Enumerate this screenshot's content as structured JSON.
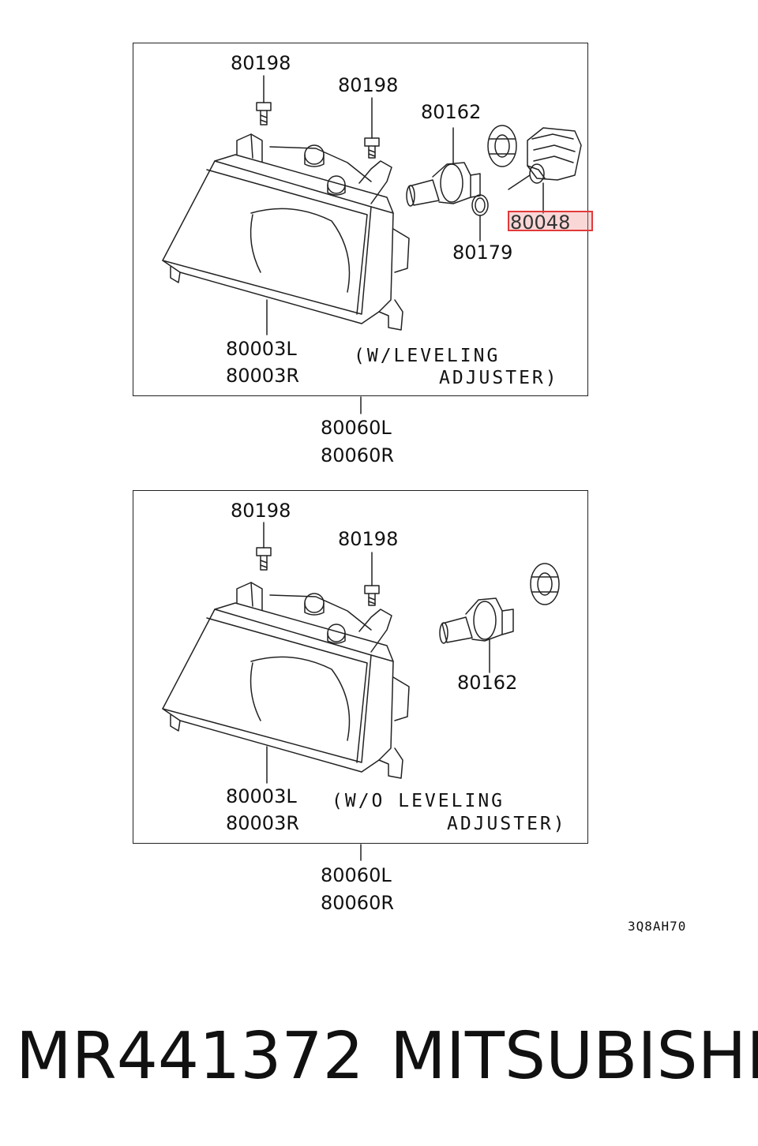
{
  "top_panel": {
    "screw_left_label": "80198",
    "screw_right_label": "80198",
    "bulb_label": "80162",
    "ring_label": "80179",
    "socket_label": "80048",
    "headlamp_label_l": "80003L",
    "headlamp_label_r": "80003R",
    "note_line1": "(W/LEVELING",
    "note_line2": "ADJUSTER)",
    "assembly_label_l": "80060L",
    "assembly_label_r": "80060R"
  },
  "bottom_panel": {
    "screw_left_label": "80198",
    "screw_right_label": "80198",
    "bulb_label": "80162",
    "headlamp_label_l": "80003L",
    "headlamp_label_r": "80003R",
    "note_line1": "(W/O LEVELING",
    "note_line2": "ADJUSTER)",
    "assembly_label_l": "80060L",
    "assembly_label_r": "80060R"
  },
  "diagram_code": "3Q8AH70",
  "footer": {
    "part_number": "MR441372",
    "brand": "MITSUBISHI"
  },
  "colors": {
    "line": "#222222",
    "highlight_border": "#e23a3a",
    "highlight_fill": "#f08c8c"
  }
}
